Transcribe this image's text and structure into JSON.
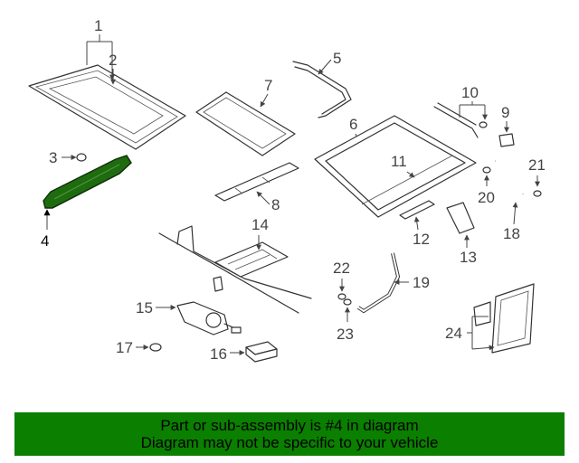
{
  "diagram": {
    "callouts": {
      "c1": "1",
      "c2": "2",
      "c3": "3",
      "c4": "4",
      "c5": "5",
      "c6": "6",
      "c7": "7",
      "c8": "8",
      "c9": "9",
      "c10": "10",
      "c11": "11",
      "c12": "12",
      "c13": "13",
      "c14": "14",
      "c15": "15",
      "c16": "16",
      "c17": "17",
      "c18": "18",
      "c19": "19",
      "c20": "20",
      "c21": "21",
      "c22": "22",
      "c23": "23",
      "c24": "24"
    },
    "highlighted_part": "4",
    "highlight_color": "#1f6b0f"
  },
  "footer": {
    "line1": "Part or sub-assembly is #4 in diagram",
    "line2": "Diagram may not be specific to your vehicle",
    "background_color": "#0a7f00"
  }
}
